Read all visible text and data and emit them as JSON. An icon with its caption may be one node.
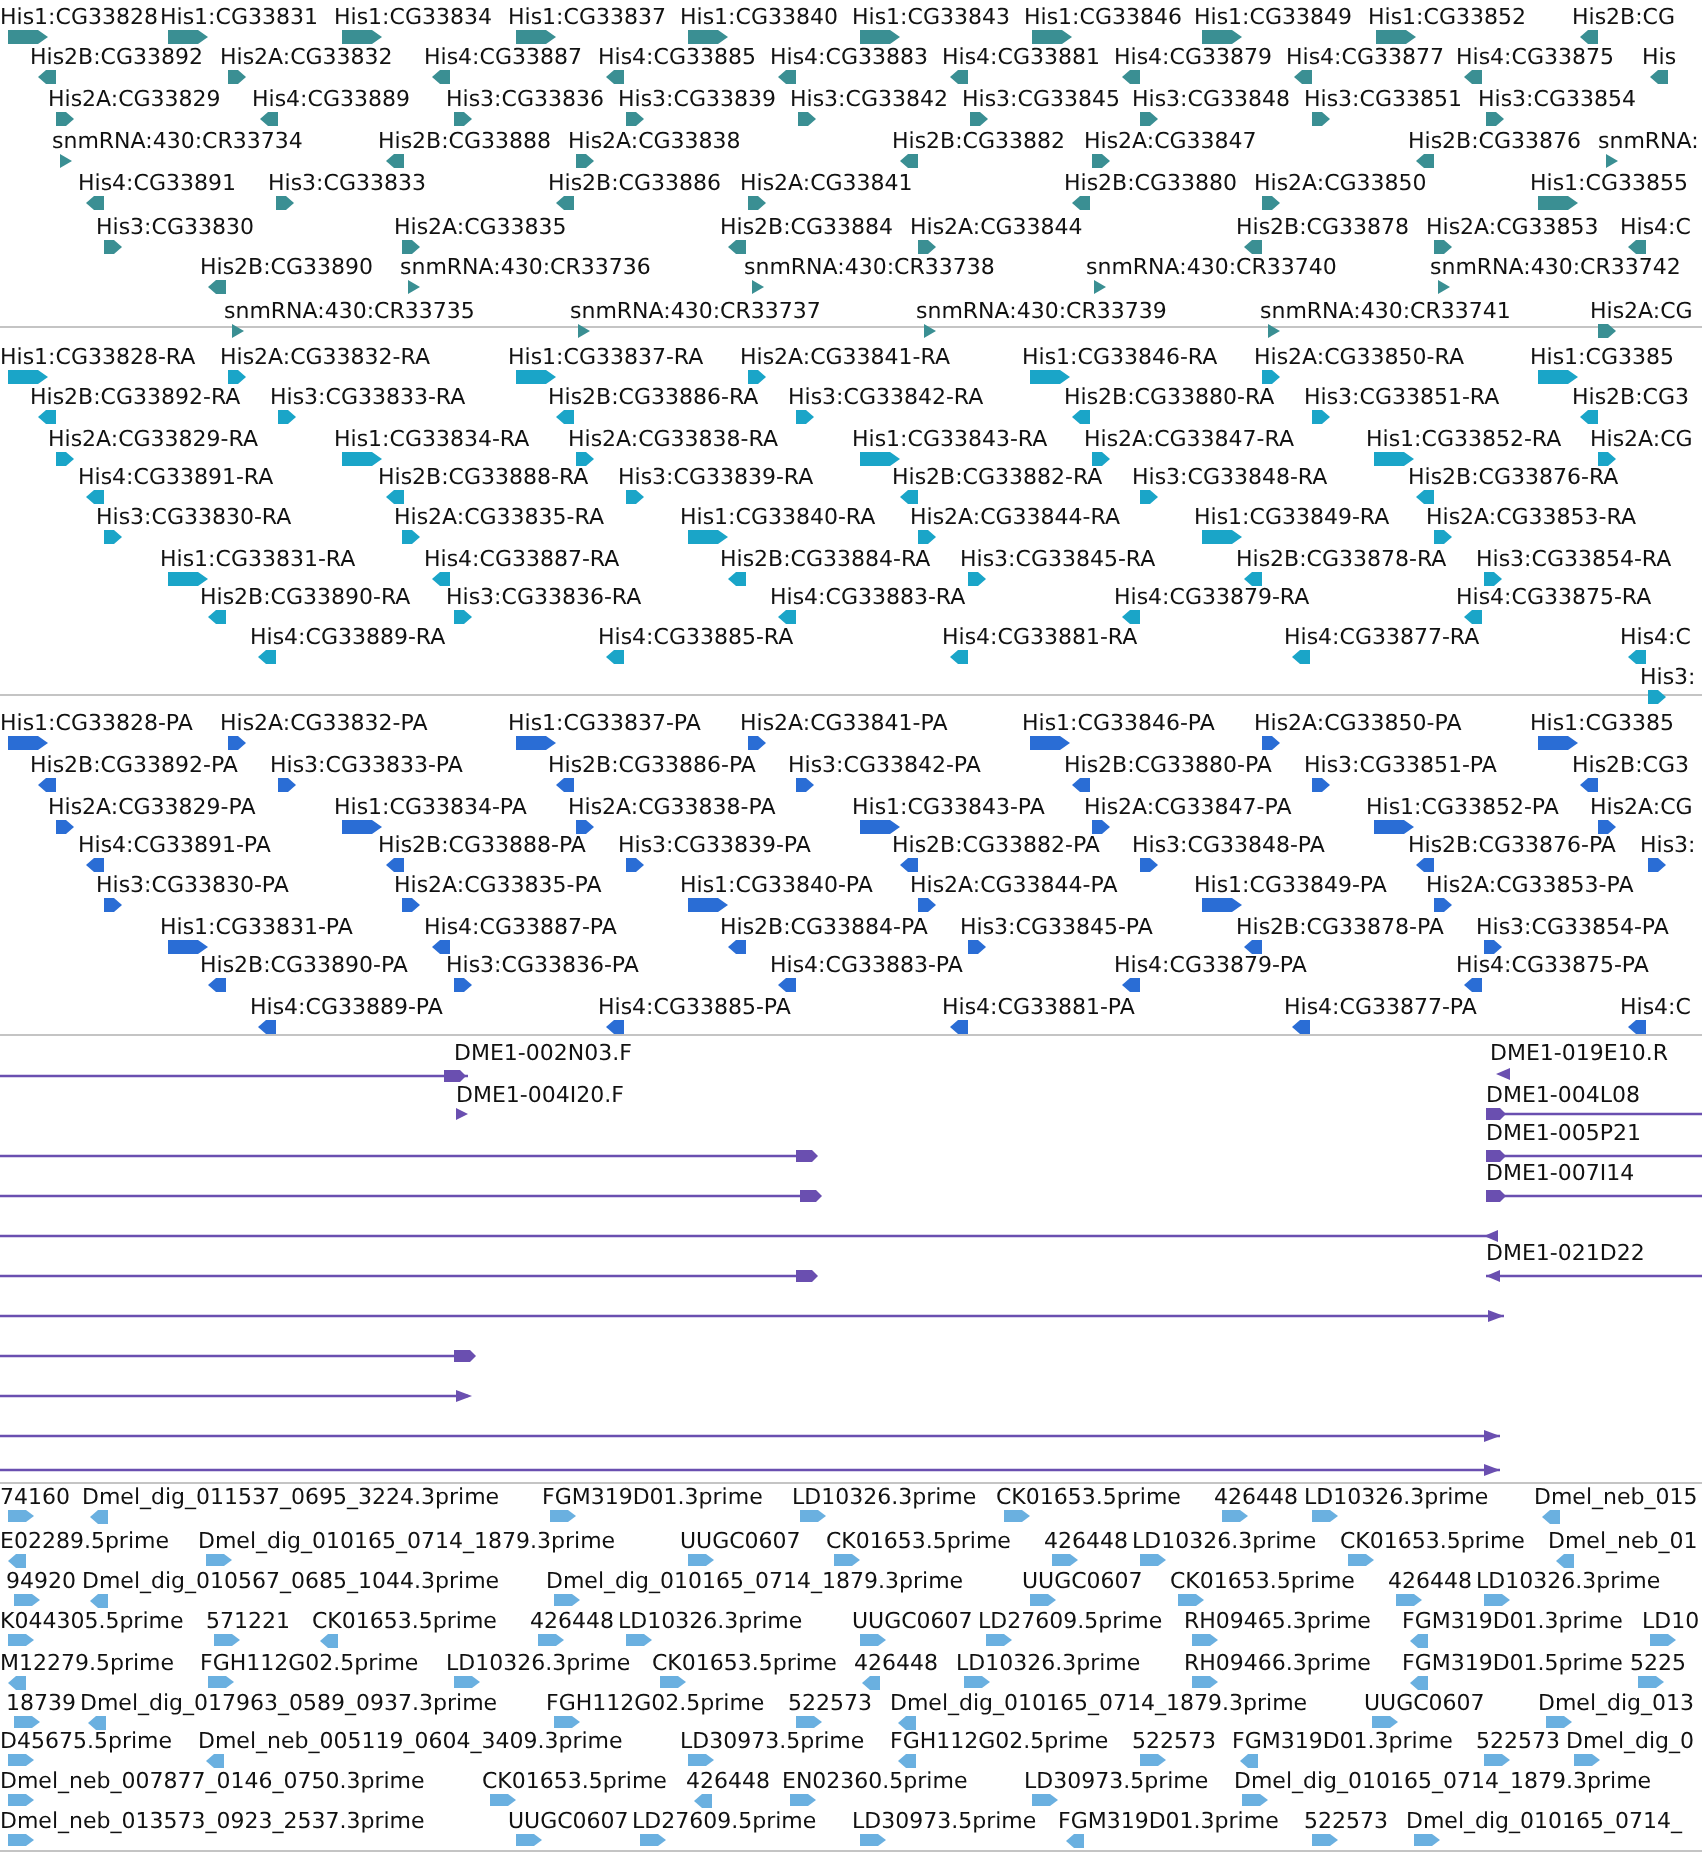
{
  "diagram": {
    "labels": [
      "His1:CG33828",
      "His1:CG33831",
      "His1:CG33834",
      "His1:CG33837",
      "His1:CG33840",
      "His1:CG33843",
      "His1:CG33846",
      "His1:CG33849",
      "His1:CG33852",
      "His2B:CG",
      "His2B:CG33892",
      "His2A:CG33832",
      "His4:CG33887",
      "His4:CG33885",
      "His4:CG33883",
      "His4:CG33881",
      "His4:CG33879",
      "His4:CG33877",
      "His4:CG33875",
      "His",
      "His2A:CG33829",
      "His4:CG33889",
      "His3:CG33836",
      "His3:CG33839",
      "His3:CG33842",
      "His3:CG33845",
      "His3:CG33848",
      "His3:CG33851",
      "His3:CG33854",
      "snmRNA:430:CR33734",
      "His2B:CG33888",
      "His2A:CG33838",
      "His2B:CG33882",
      "His2A:CG33847",
      "His2B:CG33876",
      "snmRNA:",
      "His4:CG33891",
      "His3:CG33833",
      "His2B:CG33886",
      "His2A:CG33841",
      "His2B:CG33880",
      "His2A:CG33850",
      "His1:CG33855",
      "His3:CG33830",
      "His2A:CG33835",
      "His2B:CG33884",
      "His2A:CG33844",
      "His2B:CG33878",
      "His2A:CG33853",
      "His4:C",
      "His2B:CG33890",
      "snmRNA:430:CR33736",
      "snmRNA:430:CR33738",
      "snmRNA:430:CR33740",
      "snmRNA:430:CR33742",
      "snmRNA:430:CR33735",
      "snmRNA:430:CR33737",
      "snmRNA:430:CR33739",
      "snmRNA:430:CR33741",
      "His2A:CG",
      "His1:CG33828-RA",
      "His2A:CG33832-RA",
      "His1:CG33837-RA",
      "His2A:CG33841-RA",
      "His1:CG33846-RA",
      "His2A:CG33850-RA",
      "His1:CG3385",
      "His2B:CG33892-RA",
      "His3:CG33833-RA",
      "His2B:CG33886-RA",
      "His3:CG33842-RA",
      "His2B:CG33880-RA",
      "His3:CG33851-RA",
      "His2B:CG3",
      "His2A:CG33829-RA",
      "His1:CG33834-RA",
      "His2A:CG33838-RA",
      "His1:CG33843-RA",
      "His2A:CG33847-RA",
      "His1:CG33852-RA",
      "His2A:CG",
      "His4:CG33891-RA",
      "His2B:CG33888-RA",
      "His3:CG33839-RA",
      "His2B:CG33882-RA",
      "His3:CG33848-RA",
      "His2B:CG33876-RA",
      "His3:CG33830-RA",
      "His2A:CG33835-RA",
      "His1:CG33840-RA",
      "His2A:CG33844-RA",
      "His1:CG33849-RA",
      "His2A:CG33853-RA",
      "His1:CG33831-RA",
      "His4:CG33887-RA",
      "His2B:CG33884-RA",
      "His3:CG33845-RA",
      "His2B:CG33878-RA",
      "His3:CG33854-RA",
      "His2B:CG33890-RA",
      "His3:CG33836-RA",
      "His4:CG33883-RA",
      "His4:CG33879-RA",
      "His4:CG33875-RA",
      "His4:CG33889-RA",
      "His4:CG33885-RA",
      "His4:CG33881-RA",
      "His4:CG33877-RA",
      "His4:C",
      "His3:",
      "His1:CG33828-PA",
      "His2A:CG33832-PA",
      "His1:CG33837-PA",
      "His2A:CG33841-PA",
      "His1:CG33846-PA",
      "His2A:CG33850-PA",
      "His1:CG3385",
      "His2B:CG33892-PA",
      "His3:CG33833-PA",
      "His2B:CG33886-PA",
      "His3:CG33842-PA",
      "His2B:CG33880-PA",
      "His3:CG33851-PA",
      "His2B:CG3",
      "His2A:CG33829-PA",
      "His1:CG33834-PA",
      "His2A:CG33838-PA",
      "His1:CG33843-PA",
      "His2A:CG33847-PA",
      "His1:CG33852-PA",
      "His2A:CG",
      "His4:CG33891-PA",
      "His2B:CG33888-PA",
      "His3:CG33839-PA",
      "His2B:CG33882-PA",
      "His3:CG33848-PA",
      "His2B:CG33876-PA",
      "His3:",
      "His3:CG33830-PA",
      "His2A:CG33835-PA",
      "His1:CG33840-PA",
      "His2A:CG33844-PA",
      "His1:CG33849-PA",
      "His2A:CG33853-PA",
      "His1:CG33831-PA",
      "His4:CG33887-PA",
      "His2B:CG33884-PA",
      "His3:CG33845-PA",
      "His2B:CG33878-PA",
      "His3:CG33854-PA",
      "His2B:CG33890-PA",
      "His3:CG33836-PA",
      "His4:CG33883-PA",
      "His4:CG33879-PA",
      "His4:CG33875-PA",
      "His4:CG33889-PA",
      "His4:CG33885-PA",
      "His4:CG33881-PA",
      "His4:CG33877-PA",
      "His4:C",
      "DME1-002N03.F",
      "DME1-019E10.R",
      "DME1-004I20.F",
      "DME1-004L08",
      "DME1-005P21",
      "DME1-007I14",
      "DME1-021D22",
      "74160",
      "Dmel_dig_011537_0695_3224.3prime",
      "FGM319D01.3prime",
      "LD10326.3prime",
      "CK01653.5prime",
      "426448",
      "LD10326.3prime",
      "Dmel_neb_015",
      "E02289.5prime",
      "Dmel_dig_010165_0714_1879.3prime",
      "UUGC0607",
      "CK01653.5prime",
      "426448",
      "LD10326.3prime",
      "CK01653.5prime",
      "Dmel_neb_01",
      "94920",
      "Dmel_dig_010567_0685_1044.3prime",
      "Dmel_dig_010165_0714_1879.3prime",
      "UUGC0607",
      "CK01653.5prime",
      "426448",
      "LD10326.3prime",
      "K044305.5prime",
      "571221",
      "CK01653.5prime",
      "426448",
      "LD10326.3prime",
      "UUGC0607",
      "LD27609.5prime",
      "RH09465.3prime",
      "FGM319D01.3prime",
      "LD10",
      "M12279.5prime",
      "FGH112G02.5prime",
      "LD10326.3prime",
      "CK01653.5prime",
      "426448",
      "LD10326.3prime",
      "RH09466.3prime",
      "FGM319D01.5prime",
      "5225",
      "18739",
      "Dmel_dig_017963_0589_0937.3prime",
      "FGH112G02.5prime",
      "522573",
      "Dmel_dig_010165_0714_1879.3prime",
      "UUGC0607",
      "Dmel_dig_013",
      "D45675.5prime",
      "Dmel_neb_005119_0604_3409.3prime",
      "LD30973.5prime",
      "FGH112G02.5prime",
      "522573",
      "FGM319D01.3prime",
      "522573",
      "Dmel_dig_0",
      "Dmel_neb_007877_0146_0750.3prime",
      "CK01653.5prime",
      "426448",
      "EN02360.5prime",
      "LD30973.5prime",
      "Dmel_dig_010165_0714_1879.3prime",
      "Dmel_neb_013573_0923_2537.3prime",
      "UUGC0607",
      "LD27609.5prime",
      "LD30973.5prime",
      "FGM319D01.3prime",
      "522573",
      "Dmel_dig_010165_0714_"
    ]
  }
}
